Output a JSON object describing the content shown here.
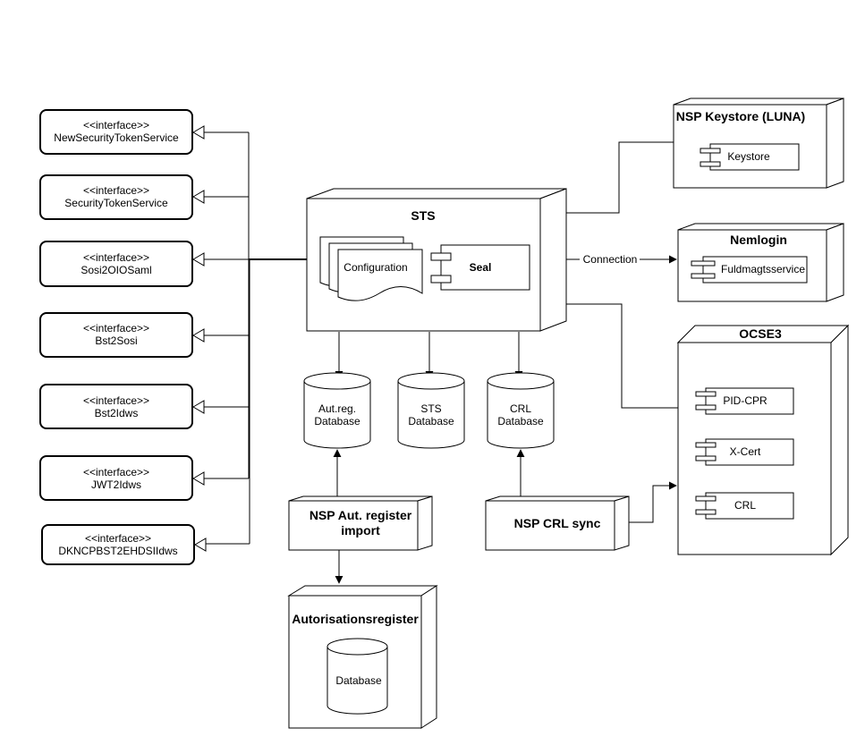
{
  "interfaces": [
    {
      "stereotype": "<<interface>>",
      "name": "NewSecurityTokenService"
    },
    {
      "stereotype": "<<interface>>",
      "name": "SecurityTokenService"
    },
    {
      "stereotype": "<<interface>>",
      "name": "Sosi2OIOSaml"
    },
    {
      "stereotype": "<<interface>>",
      "name": "Bst2Sosi"
    },
    {
      "stereotype": "<<interface>>",
      "name": "Bst2Idws"
    },
    {
      "stereotype": "<<interface>>",
      "name": "JWT2Idws"
    },
    {
      "stereotype": "<<interface>>",
      "name": "DKNCPBST2EHDSIIdws"
    }
  ],
  "sts": {
    "title": "STS",
    "configuration": "Configuration",
    "seal": "Seal"
  },
  "databases": {
    "autreg_line1": "Aut.reg.",
    "autreg_line2": "Database",
    "sts_line1": "STS",
    "sts_line2": "Database",
    "crl_line1": "CRL",
    "crl_line2": "Database"
  },
  "keystore_node": {
    "title": "NSP Keystore (LUNA)",
    "component": "Keystore"
  },
  "nemlogin_node": {
    "title": "Nemlogin",
    "component": "Fuldmagtsservice"
  },
  "connection_label": "Connection",
  "ocse3_node": {
    "title": "OCSE3",
    "components": [
      "PID-CPR",
      "X-Cert",
      "CRL"
    ]
  },
  "autreg_import": {
    "line1": "NSP Aut. register",
    "line2": "import"
  },
  "crl_sync": {
    "title": "NSP CRL sync"
  },
  "autorisationsregister": {
    "title": "Autorisationsregister",
    "database": "Database"
  }
}
